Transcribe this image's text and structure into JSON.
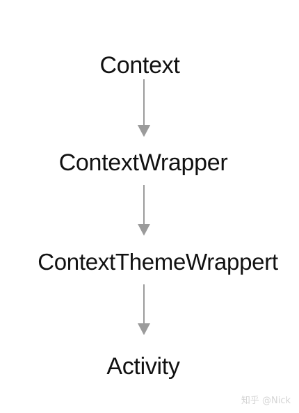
{
  "nodes": [
    {
      "label": "Context"
    },
    {
      "label": "ContextWrapper"
    },
    {
      "label": "ContextThemeWrappert"
    },
    {
      "label": "Activity"
    }
  ],
  "arrow_color": "#9b9b9b",
  "watermark": "知乎 @Nick"
}
